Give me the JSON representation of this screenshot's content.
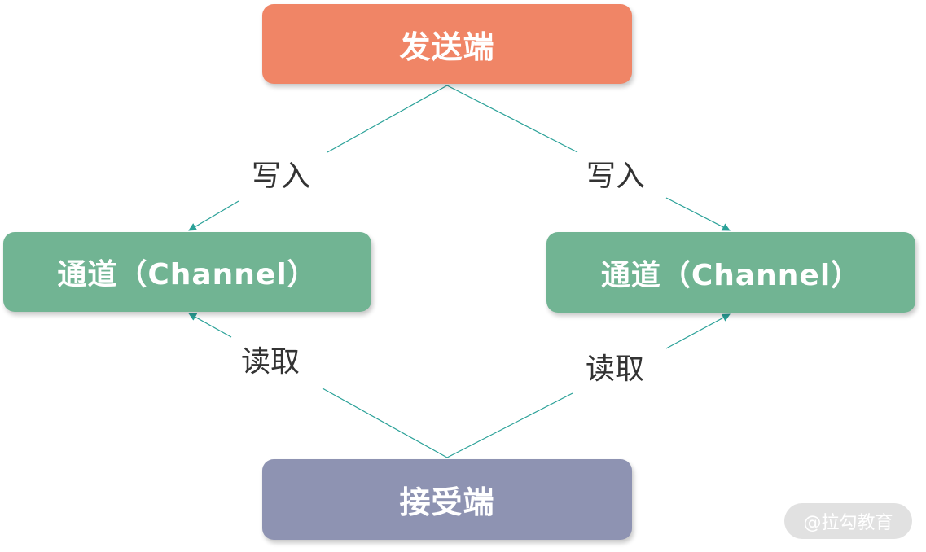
{
  "nodes": {
    "sender": {
      "label": "发送端",
      "color": "#f08566"
    },
    "channel_left": {
      "label": "通道（Channel）",
      "color": "#71b493"
    },
    "channel_right": {
      "label": "通道（Channel）",
      "color": "#71b493"
    },
    "receiver": {
      "label": "接受端",
      "color": "#8e93b2"
    }
  },
  "edges": {
    "write_left": {
      "label": "写入"
    },
    "write_right": {
      "label": "写入"
    },
    "read_left": {
      "label": "读取"
    },
    "read_right": {
      "label": "读取"
    }
  },
  "line_color": "#2aa198",
  "watermark": {
    "text": "@拉勾教育"
  }
}
